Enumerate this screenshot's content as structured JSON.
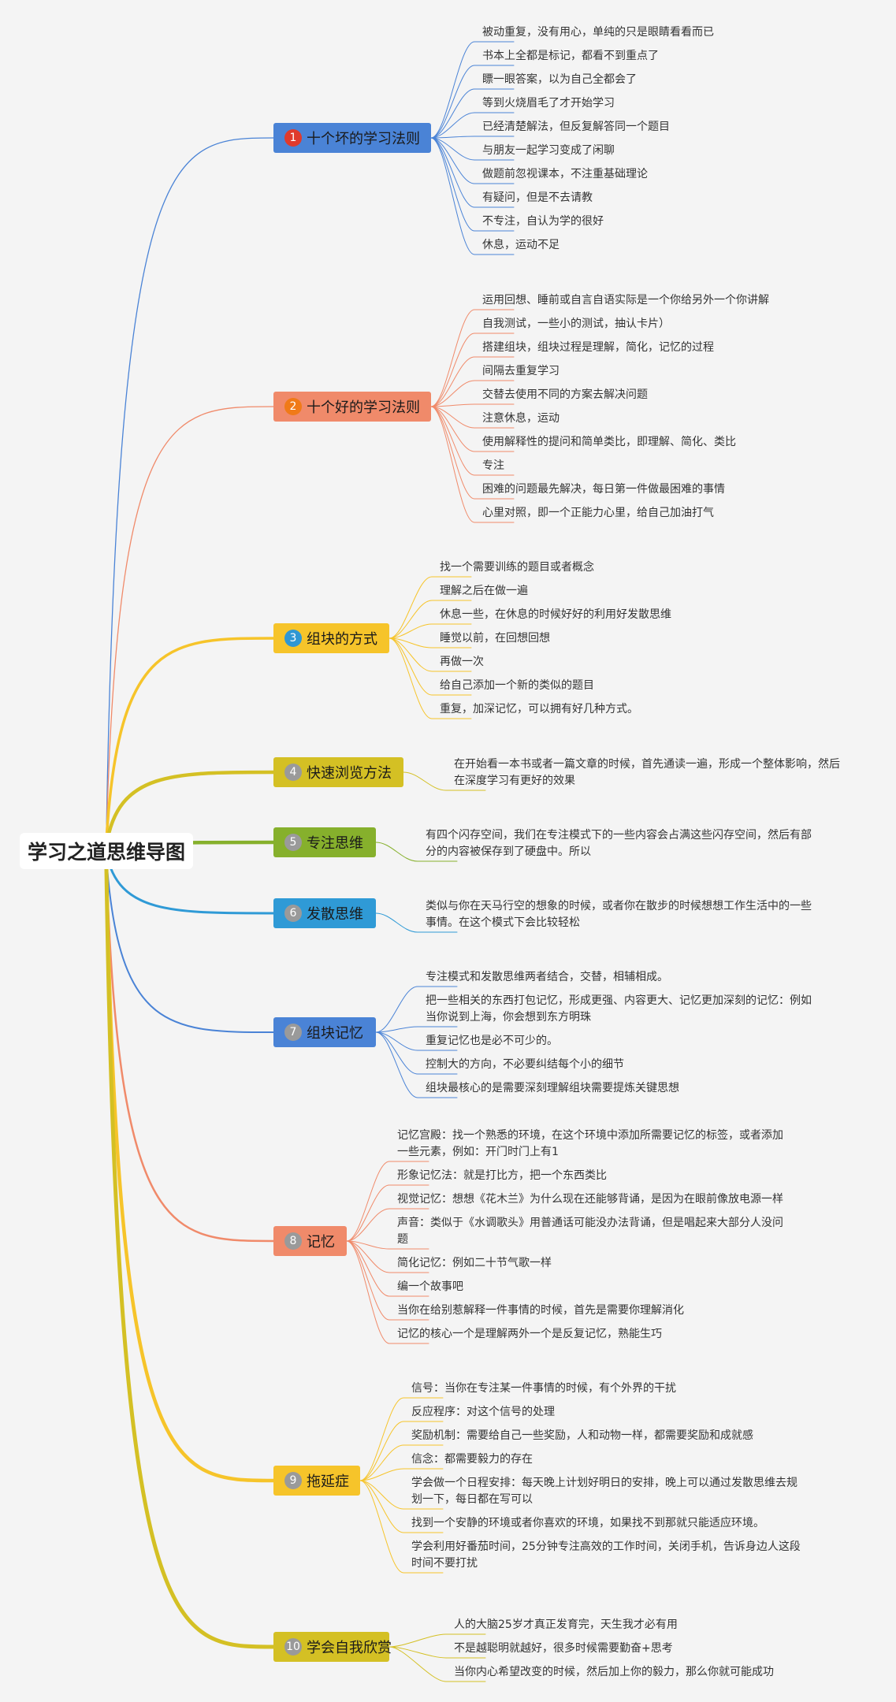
{
  "root": {
    "title": "学习之道思维导图"
  },
  "branches": [
    {
      "num": "1",
      "title": "十个坏的学习法则",
      "color": "#4a83d6",
      "badge": "#e03a2c",
      "items": [
        "被动重复，没有用心，单纯的只是眼睛看看而已",
        "书本上全都是标记，都看不到重点了",
        "瞟一眼答案，以为自己全都会了",
        "等到火烧眉毛了才开始学习",
        "已经清楚解法，但反复解答同一个题目",
        "与朋友一起学习变成了闲聊",
        "做题前忽视课本，不注重基础理论",
        "有疑问，但是不去请教",
        "不专注，自认为学的很好",
        "休息，运动不足"
      ]
    },
    {
      "num": "2",
      "title": "十个好的学习法则",
      "color": "#f08a6a",
      "badge": "#f07a18",
      "items": [
        "运用回想、睡前或自言自语实际是一个你给另外一个你讲解",
        "自我测试，一些小的测试，抽认卡片）",
        "搭建组块，组块过程是理解，简化，记忆的过程",
        "间隔去重复学习",
        "交替去使用不同的方案去解决问题",
        "注意休息，运动",
        "使用解释性的提问和简单类比，即理解、简化、类比",
        "专注",
        "困难的问题最先解决，每日第一件做最困难的事情",
        "心里对照，即一个正能力心里，给自己加油打气"
      ]
    },
    {
      "num": "3",
      "title": "组块的方式",
      "color": "#f6c42a",
      "badge": "#2f97d4",
      "items": [
        "找一个需要训练的题目或者概念",
        "理解之后在做一遍",
        "休息一些，在休息的时候好好的利用好发散思维",
        "睡觉以前，在回想回想",
        "再做一次",
        "给自己添加一个新的类似的题目",
        "重复，加深记忆，可以拥有好几种方式。"
      ]
    },
    {
      "num": "4",
      "title": "快速浏览方法",
      "color": "#d4c024",
      "badge": "#9a9a9a",
      "items": [
        "在开始看一本书或者一篇文章的时候，首先通读一遍，形成一个整体影响，然后\n在深度学习有更好的效果"
      ]
    },
    {
      "num": "5",
      "title": "专注思维",
      "color": "#86b02c",
      "badge": "#9a9a9a",
      "items": [
        "有四个闪存空间，我们在专注模式下的一些内容会占满这些闪存空间，然后有部\n分的内容被保存到了硬盘中。所以"
      ]
    },
    {
      "num": "6",
      "title": "发散思维",
      "color": "#2f9ad6",
      "badge": "#9a9a9a",
      "items": [
        "类似与你在天马行空的想象的时候，或者你在散步的时候想想工作生活中的一些\n事情。在这个模式下会比较轻松"
      ]
    },
    {
      "num": "7",
      "title": "组块记忆",
      "color": "#4a83d6",
      "badge": "#9a9a9a",
      "items": [
        "专注模式和发散思维两者结合，交替，相辅相成。",
        "把一些相关的东西打包记忆，形成更强、内容更大、记忆更加深刻的记忆：例如\n当你说到上海，你会想到东方明珠",
        "重复记忆也是必不可少的。",
        "控制大的方向，不必要纠结每个小的细节",
        "组块最核心的是需要深刻理解组块需要提炼关键思想"
      ]
    },
    {
      "num": "8",
      "title": "记忆",
      "color": "#f08a6a",
      "badge": "#9a9a9a",
      "items": [
        "记忆宫殿：找一个熟悉的环境，在这个环境中添加所需要记忆的标签，或者添加\n一些元素，例如：开门时门上有1",
        "形象记忆法：就是打比方，把一个东西类比",
        "视觉记忆：想想《花木兰》为什么现在还能够背诵，是因为在眼前像放电源一样",
        "声音：类似于《水调歌头》用普通话可能没办法背诵，但是唱起来大部分人没问\n题",
        "简化记忆：例如二十节气歌一样",
        "编一个故事吧",
        "当你在给别惹解释一件事情的时候，首先是需要你理解消化",
        "记忆的核心一个是理解两外一个是反复记忆，熟能生巧"
      ]
    },
    {
      "num": "9",
      "title": "拖延症",
      "color": "#f6c42a",
      "badge": "#9a9a9a",
      "items": [
        "信号：当你在专注某一件事情的时候，有个外界的干扰",
        "反应程序：对这个信号的处理",
        "奖励机制：需要给自己一些奖励，人和动物一样，都需要奖励和成就感",
        "信念：都需要毅力的存在",
        "学会做一个日程安排：每天晚上计划好明日的安排，晚上可以通过发散思维去规\n划一下，每日都在写可以",
        "找到一个安静的环境或者你喜欢的环境，如果找不到那就只能适应环境。",
        "学会利用好番茄时间，25分钟专注高效的工作时间，关闭手机，告诉身边人这段\n时间不要打扰"
      ]
    },
    {
      "num": "10",
      "title": "学会自我欣赏",
      "color": "#d4c024",
      "badge": "#9a9a9a",
      "items": [
        "人的大脑25岁才真正发育完，天生我才必有用",
        "不是越聪明就越好，很多时候需要勤奋+思考",
        "当你内心希望改变的时候，然后加上你的毅力，那么你就可能成功"
      ]
    }
  ]
}
